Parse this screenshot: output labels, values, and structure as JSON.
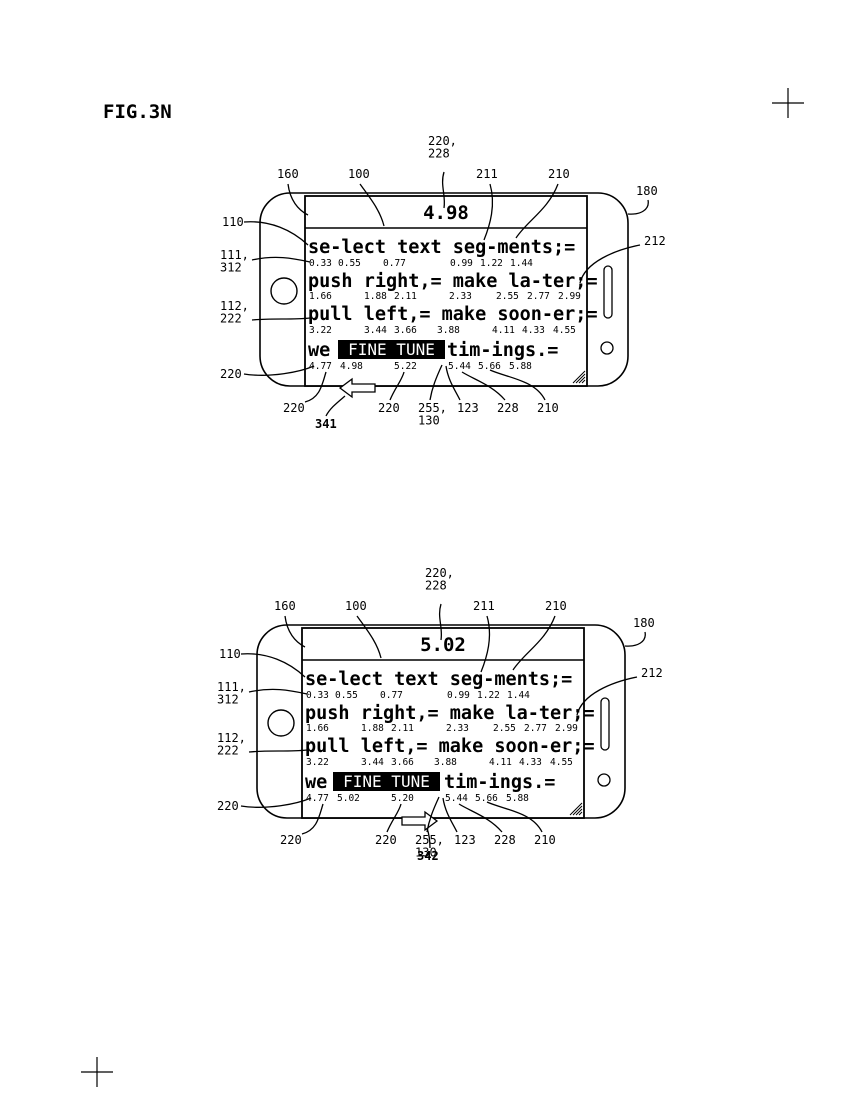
{
  "figure_label": "FIG.3N",
  "crop_marks": [
    "top-right",
    "bottom-left"
  ],
  "panels": [
    {
      "id": "top",
      "timer": "4.98",
      "lines": [
        {
          "text": "se-lect text seg-ments;=",
          "times": [
            "0.33",
            "0.55",
            "0.77",
            "0.99",
            "1.22",
            "1.44"
          ],
          "highlight": null
        },
        {
          "text": "push right,= make la-ter;=",
          "times": [
            "1.66",
            "1.88",
            "2.11",
            "2.33",
            "2.55",
            "2.77",
            "2.99"
          ],
          "highlight": null
        },
        {
          "text": "pull left,= make soon-er;=",
          "times": [
            "3.22",
            "3.44",
            "3.66",
            "3.88",
            "4.11",
            "4.33",
            "4.55"
          ],
          "highlight": null
        },
        {
          "prefix": "we",
          "highlight": "FINE TUNE",
          "suffix": "tim-ings.=",
          "times": [
            "4.77",
            "4.98",
            "5.22",
            "5.44",
            "5.66",
            "5.88"
          ]
        }
      ],
      "arrow_direction": "left",
      "arrow_label": "341",
      "refs": {
        "timer_ref": "220,\n228",
        "r160": "160",
        "r100": "100",
        "r211": "211",
        "r210a": "210",
        "r180": "180",
        "r110": "110",
        "r111": "111,\n312",
        "r212": "212",
        "r112": "112,\n222",
        "r220a": "220",
        "r220b": "220",
        "r220c": "220",
        "r255": "255,\n130",
        "r123": "123",
        "r228": "228",
        "r210b": "210"
      }
    },
    {
      "id": "bottom",
      "timer": "5.02",
      "lines": [
        {
          "text": "se-lect text seg-ments;=",
          "times": [
            "0.33",
            "0.55",
            "0.77",
            "0.99",
            "1.22",
            "1.44"
          ],
          "highlight": null
        },
        {
          "text": "push right,= make la-ter;=",
          "times": [
            "1.66",
            "1.88",
            "2.11",
            "2.33",
            "2.55",
            "2.77",
            "2.99"
          ],
          "highlight": null
        },
        {
          "text": "pull left,= make soon-er;=",
          "times": [
            "3.22",
            "3.44",
            "3.66",
            "3.88",
            "4.11",
            "4.33",
            "4.55"
          ],
          "highlight": null
        },
        {
          "prefix": "we",
          "highlight": "FINE TUNE",
          "suffix": "tim-ings.=",
          "times": [
            "4.77",
            "5.02",
            "5.20",
            "5.44",
            "5.66",
            "5.88"
          ]
        }
      ],
      "arrow_direction": "right",
      "arrow_label": "342",
      "refs": {
        "timer_ref": "220,\n228",
        "r160": "160",
        "r100": "100",
        "r211": "211",
        "r210a": "210",
        "r180": "180",
        "r110": "110",
        "r111": "111,\n312",
        "r212": "212",
        "r112": "112,\n222",
        "r220a": "220",
        "r220b": "220",
        "r220c": "220",
        "r255": "255,\n130",
        "r123": "123",
        "r228": "228",
        "r210b": "210"
      }
    }
  ]
}
